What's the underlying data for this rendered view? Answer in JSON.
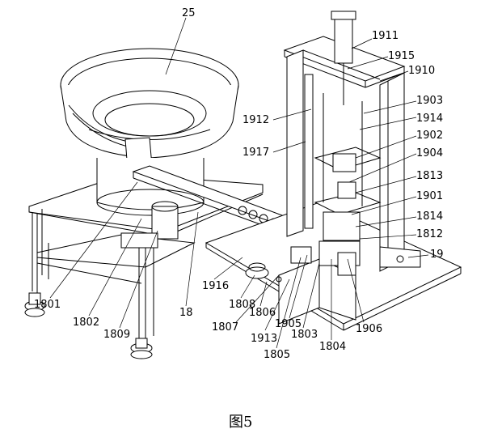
{
  "figure": {
    "caption": "图5",
    "labels": [
      {
        "id": "l25",
        "text": "25"
      },
      {
        "id": "l1911",
        "text": "1911"
      },
      {
        "id": "l1915",
        "text": "1915"
      },
      {
        "id": "l1910",
        "text": "1910"
      },
      {
        "id": "l1903",
        "text": "1903"
      },
      {
        "id": "l1912",
        "text": "1912"
      },
      {
        "id": "l1914",
        "text": "1914"
      },
      {
        "id": "l1902",
        "text": "1902"
      },
      {
        "id": "l1917",
        "text": "1917"
      },
      {
        "id": "l1904",
        "text": "1904"
      },
      {
        "id": "l1813",
        "text": "1813"
      },
      {
        "id": "l1901",
        "text": "1901"
      },
      {
        "id": "l1814",
        "text": "1814"
      },
      {
        "id": "l1812",
        "text": "1812"
      },
      {
        "id": "l19",
        "text": "19"
      },
      {
        "id": "l1916",
        "text": "1916"
      },
      {
        "id": "l1808",
        "text": "1808"
      },
      {
        "id": "l1806",
        "text": "1806"
      },
      {
        "id": "l1801",
        "text": "1801"
      },
      {
        "id": "l1802",
        "text": "1802"
      },
      {
        "id": "l1809",
        "text": "1809"
      },
      {
        "id": "l18",
        "text": "18"
      },
      {
        "id": "l1807",
        "text": "1807"
      },
      {
        "id": "l1913",
        "text": "1913"
      },
      {
        "id": "l1905",
        "text": "1905"
      },
      {
        "id": "l1805",
        "text": "1805"
      },
      {
        "id": "l1803",
        "text": "1803"
      },
      {
        "id": "l1804",
        "text": "1804"
      },
      {
        "id": "l1906",
        "text": "1906"
      }
    ]
  }
}
